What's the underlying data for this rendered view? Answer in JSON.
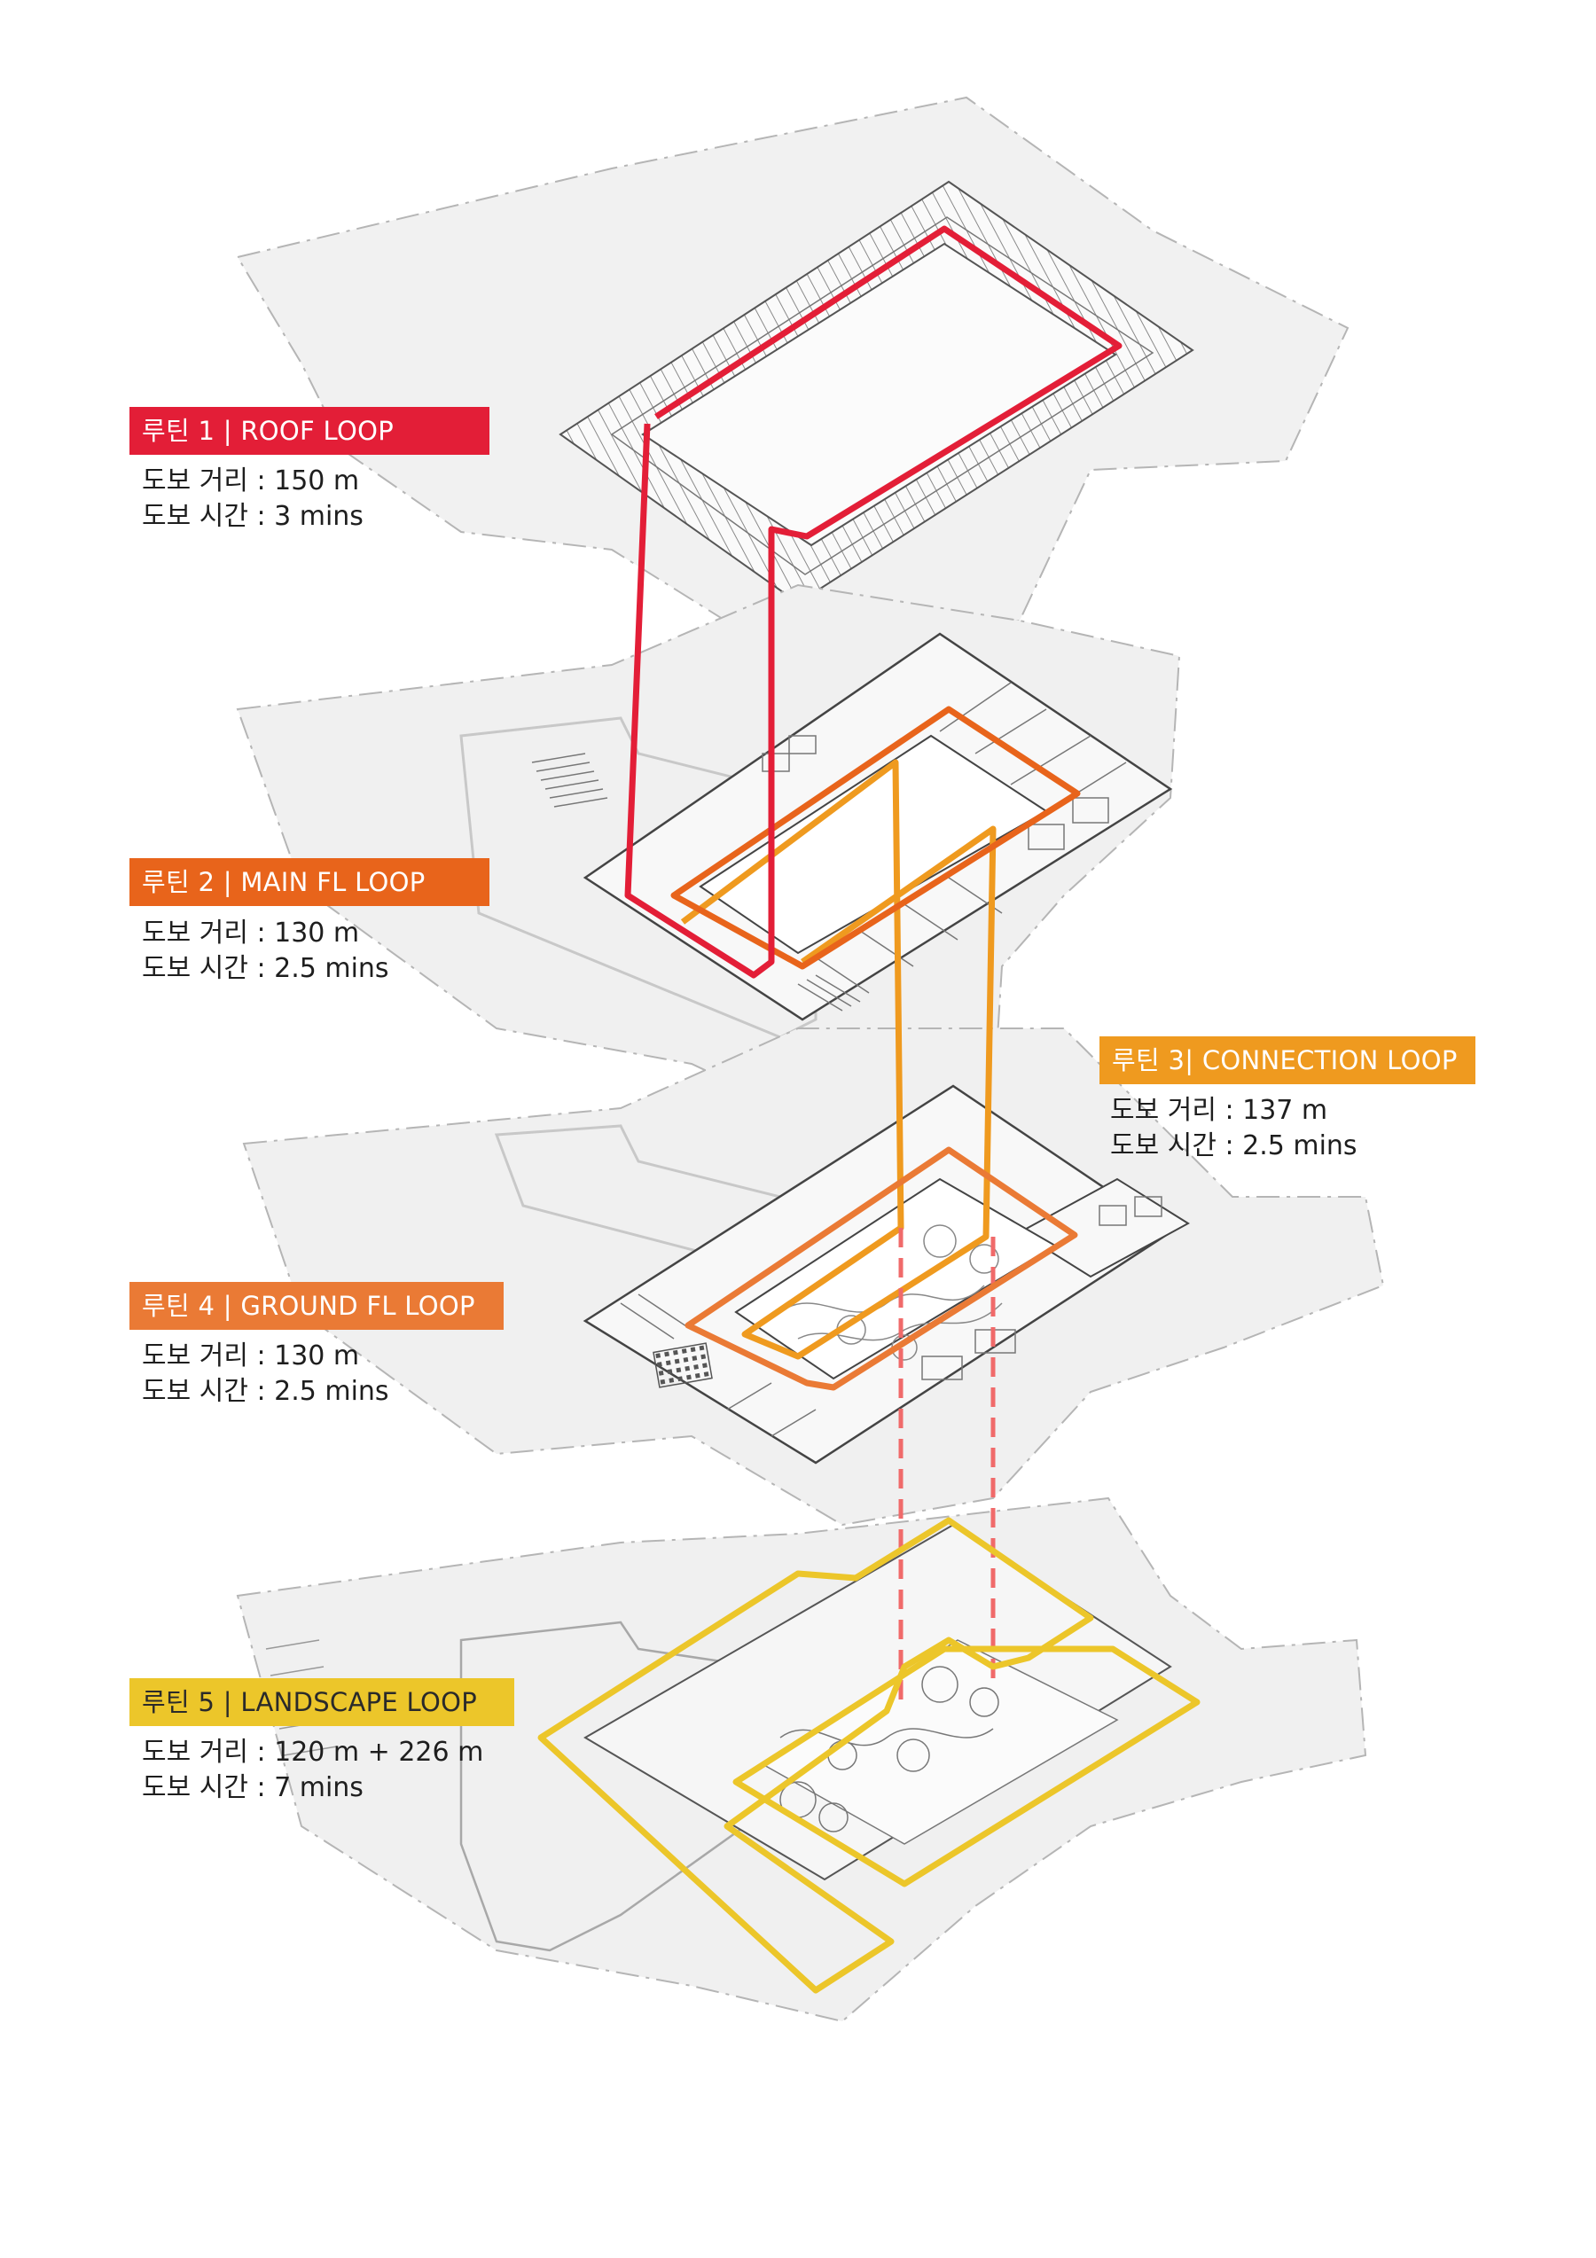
{
  "colors": {
    "route1": "#e31e37",
    "route2": "#e8641b",
    "route3": "#ef9a1f",
    "route4": "#ea7a35",
    "route5": "#ecc62a",
    "site_fill": "#efefef",
    "plan_line": "#6e6e6e"
  },
  "routes": [
    {
      "title": "루틴 1 | ROOF LOOP",
      "distance": "도보 거리 : 150 m",
      "time": "도보 시간 : 3 mins"
    },
    {
      "title": "루틴 2 | MAIN FL LOOP",
      "distance": "도보 거리 : 130 m",
      "time": "도보 시간 : 2.5 mins"
    },
    {
      "title": "루틴 3| CONNECTION LOOP",
      "distance": "도보 거리 : 137 m",
      "time": "도보 시간 : 2.5 mins"
    },
    {
      "title": "루틴 4 | GROUND FL LOOP",
      "distance": "도보 거리 : 130 m",
      "time": "도보 시간 : 2.5 mins"
    },
    {
      "title": "루틴 5 | LANDSCAPE LOOP",
      "distance": "도보 거리 : 120 m + 226 m",
      "time": "도보 시간 : 7 mins"
    }
  ]
}
